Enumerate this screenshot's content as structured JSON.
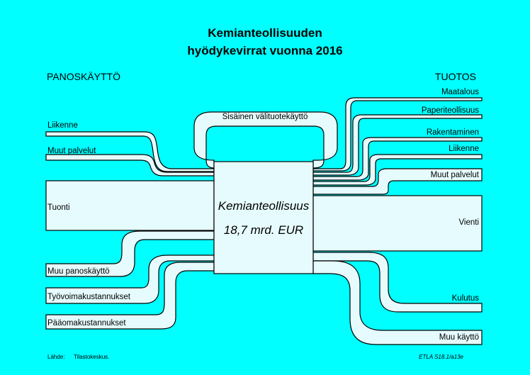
{
  "title_line1": "Kemianteollisuuden",
  "title_line2": "hyödykevirrat vuonna 2016",
  "inputs_header": "PANOSKÄYTTÖ",
  "outputs_header": "TUOTOS",
  "center": {
    "name": "Kemianteollisuus",
    "value": "18,7 mrd. EUR"
  },
  "internal_loop": "Sisäinen välituotekäyttö",
  "inputs": {
    "liikenne": "Liikenne",
    "muut_palvelut": "Muut palvelut",
    "tuonti": "Tuonti",
    "muu_panoskaytto": "Muu panoskäyttö",
    "tyovoima": "Työvoimakustannukset",
    "paaoma": "Pääomakustannukset"
  },
  "outputs": {
    "maatalous": "Maatalous",
    "paperiteollisuus": "Paperiteollisuus",
    "rakentaminen": "Rakentaminen",
    "liikenne": "Liikenne",
    "muut_palvelut": "Muut palvelut",
    "vienti": "Vienti",
    "kulutus": "Kulutus",
    "muu_kaytto": "Muu käyttö"
  },
  "footer": {
    "source_label": "Lähde:",
    "source": "Tilastokeskus.",
    "code": "ETLA S18.1/a13e"
  },
  "colors": {
    "background": "#00ffff",
    "band_fill": "#e6fbfd",
    "stroke": "#000000"
  }
}
